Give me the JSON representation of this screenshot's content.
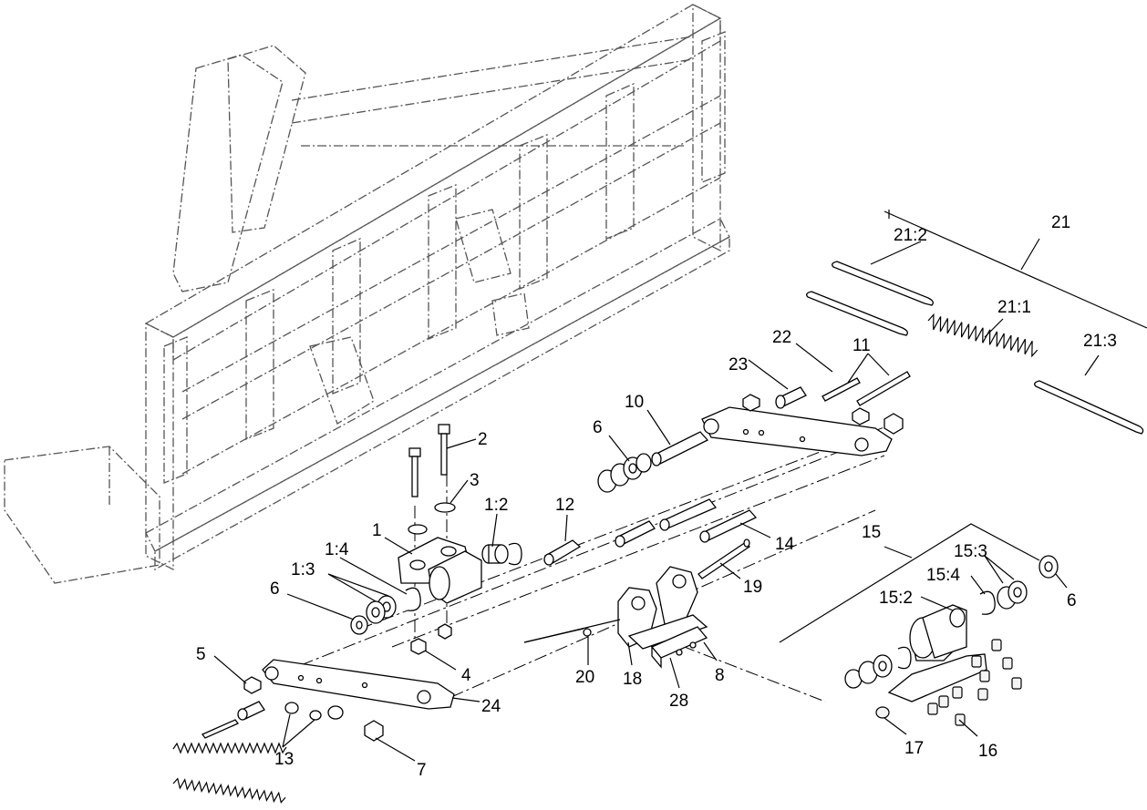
{
  "diagram": {
    "callouts": {
      "c1": "1",
      "c1_2": "1:2",
      "c1_3": "1:3",
      "c1_4": "1:4",
      "c2": "2",
      "c3": "3",
      "c4": "4",
      "c5": "5",
      "c6a": "6",
      "c6b": "6",
      "c6c": "6",
      "c7": "7",
      "c8": "8",
      "c10": "10",
      "c11": "11",
      "c12": "12",
      "c13": "13",
      "c14": "14",
      "c15": "15",
      "c15_2": "15:2",
      "c15_3": "15:3",
      "c15_4": "15:4",
      "c16": "16",
      "c17": "17",
      "c18": "18",
      "c19": "19",
      "c20": "20",
      "c21": "21",
      "c21_1": "21:1",
      "c21_2": "21:2",
      "c21_3": "21:3",
      "c22": "22",
      "c23": "23",
      "c24": "24",
      "c28": "28"
    }
  }
}
